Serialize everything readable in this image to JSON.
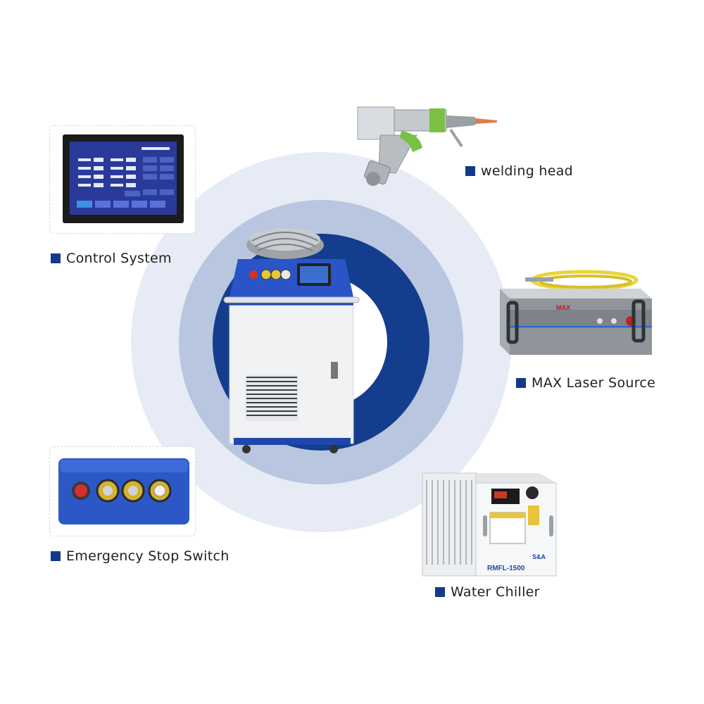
{
  "labels": {
    "control_system": "Control System",
    "welding_head": "welding head",
    "max_laser_source": "MAX Laser Source",
    "emergency_stop_switch": "Emergency Stop Switch",
    "water_chiller": "Water Chiller"
  },
  "colors": {
    "accent_blue": "#14398a",
    "ring_outer": "#e6ebf5",
    "ring_mid": "#b9c6e0",
    "ring_inner": "#143d8d"
  }
}
